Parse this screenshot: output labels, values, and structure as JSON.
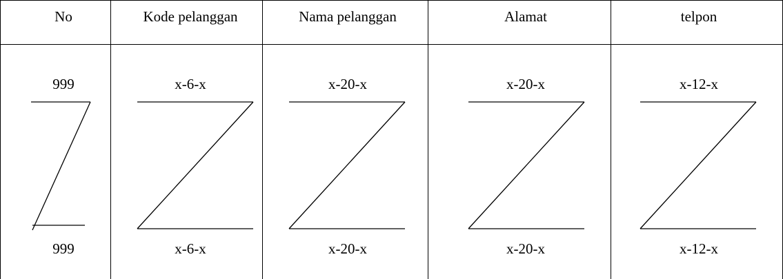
{
  "table": {
    "columns": [
      {
        "header": "No",
        "top_value": "999",
        "bottom_value": "999"
      },
      {
        "header": "Kode pelanggan",
        "top_value": "x-6-x",
        "bottom_value": "x-6-x"
      },
      {
        "header": "Nama pelanggan",
        "top_value": "x-20-x",
        "bottom_value": "x-20-x"
      },
      {
        "header": "Alamat",
        "top_value": "x-20-x",
        "bottom_value": "x-20-x"
      },
      {
        "header": "telpon",
        "top_value": "x-12-x",
        "bottom_value": "x-12-x"
      }
    ]
  }
}
